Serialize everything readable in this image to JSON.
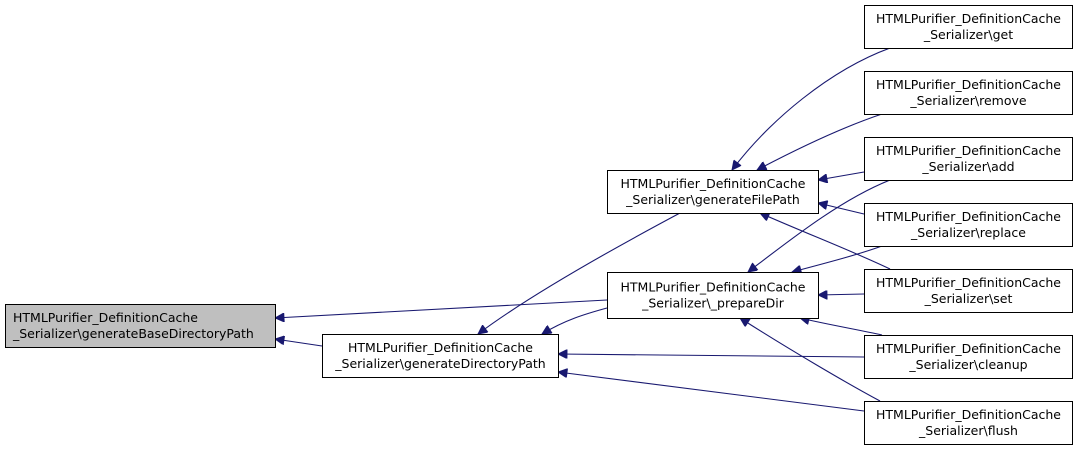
{
  "diagram": {
    "colors": {
      "edge": "#191970",
      "node_border": "#000000",
      "node_fill": "#ffffff",
      "focus_fill": "#bfbfbf",
      "text": "#000000"
    },
    "nodes": [
      {
        "id": "generateBaseDirectoryPath",
        "focus": true,
        "lines": [
          "HTMLPurifier_DefinitionCache",
          "_Serializer\\generateBaseDirectoryPath"
        ]
      },
      {
        "id": "generateDirectoryPath",
        "lines": [
          "HTMLPurifier_DefinitionCache",
          "_Serializer\\generateDirectoryPath"
        ]
      },
      {
        "id": "generateFilePath",
        "lines": [
          "HTMLPurifier_DefinitionCache",
          "_Serializer\\generateFilePath"
        ]
      },
      {
        "id": "prepareDir",
        "lines": [
          "HTMLPurifier_DefinitionCache",
          "_Serializer\\_prepareDir"
        ]
      },
      {
        "id": "get",
        "lines": [
          "HTMLPurifier_DefinitionCache",
          "_Serializer\\get"
        ]
      },
      {
        "id": "remove",
        "lines": [
          "HTMLPurifier_DefinitionCache",
          "_Serializer\\remove"
        ]
      },
      {
        "id": "add",
        "lines": [
          "HTMLPurifier_DefinitionCache",
          "_Serializer\\add"
        ]
      },
      {
        "id": "replace",
        "lines": [
          "HTMLPurifier_DefinitionCache",
          "_Serializer\\replace"
        ]
      },
      {
        "id": "set",
        "lines": [
          "HTMLPurifier_DefinitionCache",
          "_Serializer\\set"
        ]
      },
      {
        "id": "cleanup",
        "lines": [
          "HTMLPurifier_DefinitionCache",
          "_Serializer\\cleanup"
        ]
      },
      {
        "id": "flush",
        "lines": [
          "HTMLPurifier_DefinitionCache",
          "_Serializer\\flush"
        ]
      }
    ],
    "edges": [
      {
        "from": "generateDirectoryPath",
        "to": "generateBaseDirectoryPath"
      },
      {
        "from": "prepareDir",
        "to": "generateBaseDirectoryPath"
      },
      {
        "from": "generateFilePath",
        "to": "generateDirectoryPath"
      },
      {
        "from": "prepareDir",
        "to": "generateDirectoryPath"
      },
      {
        "from": "cleanup",
        "to": "generateDirectoryPath"
      },
      {
        "from": "flush",
        "to": "generateDirectoryPath"
      },
      {
        "from": "get",
        "to": "generateFilePath"
      },
      {
        "from": "remove",
        "to": "generateFilePath"
      },
      {
        "from": "add",
        "to": "generateFilePath"
      },
      {
        "from": "replace",
        "to": "generateFilePath"
      },
      {
        "from": "set",
        "to": "generateFilePath"
      },
      {
        "from": "add",
        "to": "prepareDir"
      },
      {
        "from": "replace",
        "to": "prepareDir"
      },
      {
        "from": "set",
        "to": "prepareDir"
      },
      {
        "from": "cleanup",
        "to": "prepareDir"
      },
      {
        "from": "flush",
        "to": "prepareDir"
      }
    ]
  }
}
